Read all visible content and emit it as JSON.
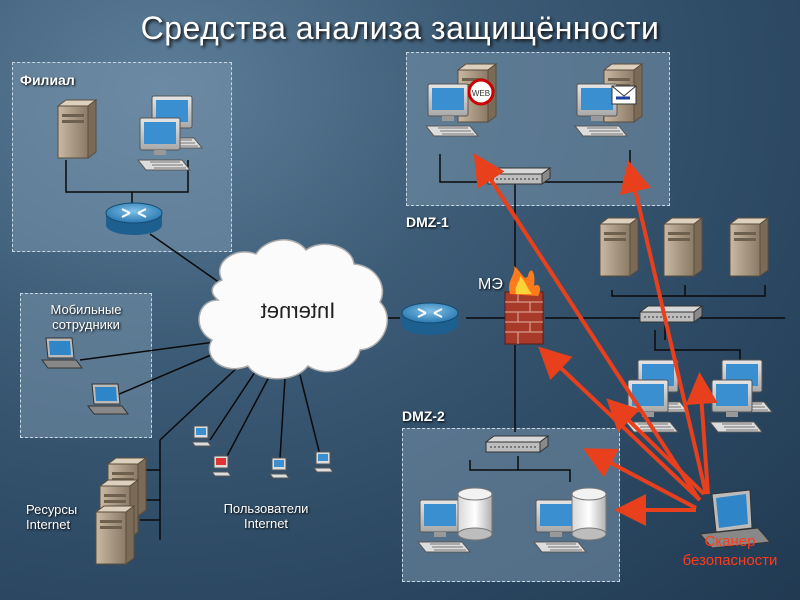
{
  "title": "Средства анализа защищённости",
  "labels": {
    "branch": "Филиал",
    "dmz1": "DMZ-1",
    "dmz2": "DMZ-2",
    "firewall": "МЭ",
    "mobile": "Мобильные сотрудники",
    "resources": "Ресурсы Internet",
    "users": "Пользователи Internet",
    "scanner": "Сканер безопасности",
    "internet": "Internet"
  },
  "colors": {
    "arrow": "#e8401c",
    "line": "#0a0a0a",
    "zone": "#7894ac",
    "scanner_text": "#ff3a1a"
  },
  "icons": {
    "router": "router-icon",
    "switch": "switch-icon",
    "firewall": "firewall-icon",
    "server": "server-icon",
    "workstation": "workstation-icon",
    "laptop": "laptop-icon",
    "cloud": "internet-cloud-icon",
    "web": "web-icon",
    "mail": "mail-icon",
    "database": "database-icon"
  }
}
